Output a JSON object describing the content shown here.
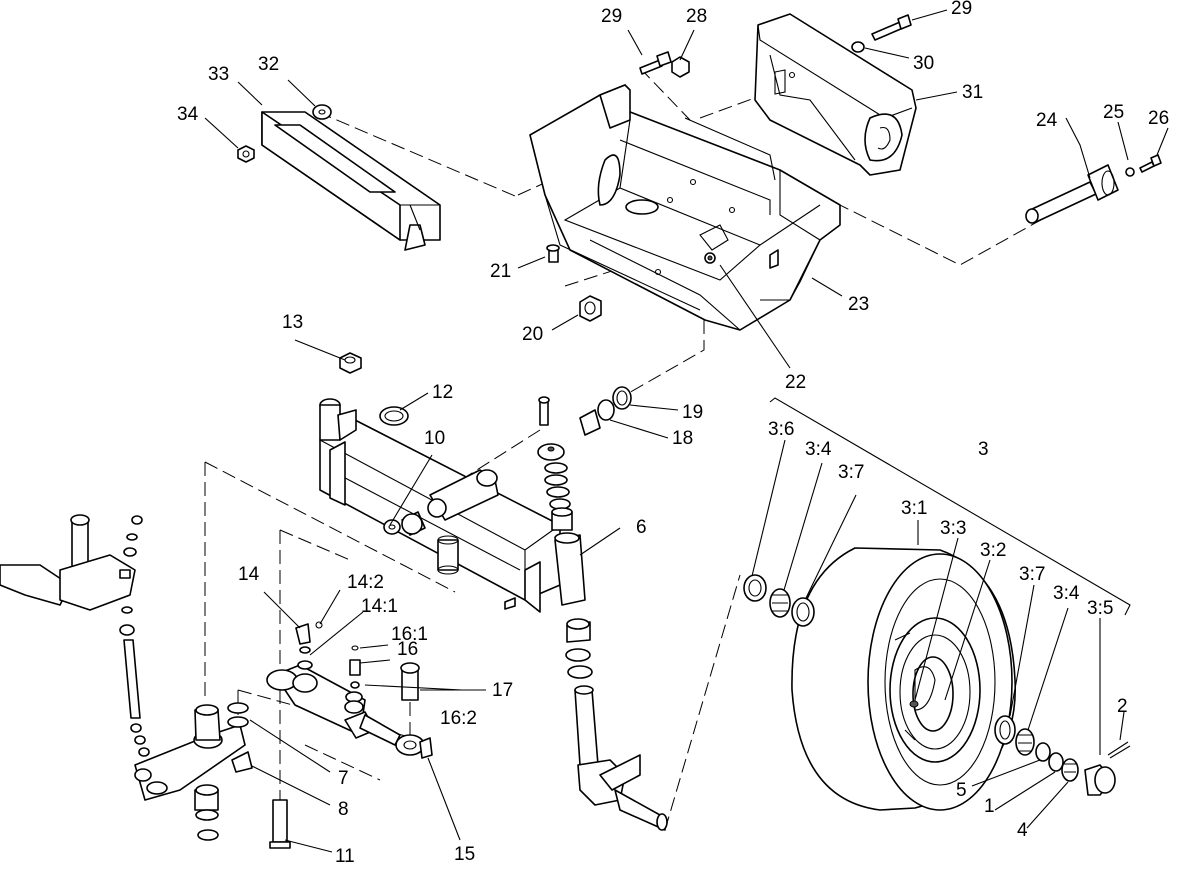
{
  "callouts": {
    "c1": "1",
    "c2": "2",
    "c3": "3",
    "c3_1": "3:1",
    "c3_2": "3:2",
    "c3_3": "3:3",
    "c3_4a": "3:4",
    "c3_4b": "3:4",
    "c3_5": "3:5",
    "c3_6": "3:6",
    "c3_7a": "3:7",
    "c3_7b": "3:7",
    "c4": "4",
    "c5": "5",
    "c6": "6",
    "c7": "7",
    "c8": "8",
    "c10": "10",
    "c11": "11",
    "c12": "12",
    "c13": "13",
    "c14": "14",
    "c14_1": "14:1",
    "c14_2": "14:2",
    "c15": "15",
    "c16": "16",
    "c16_1": "16:1",
    "c16_2": "16:2",
    "c17": "17",
    "c18": "18",
    "c19": "19",
    "c20": "20",
    "c21": "21",
    "c22": "22",
    "c23": "23",
    "c24": "24",
    "c25": "25",
    "c26": "26",
    "c28": "28",
    "c29a": "29",
    "c29b": "29",
    "c30": "30",
    "c31": "31",
    "c32": "32",
    "c33": "33",
    "c34": "34"
  }
}
